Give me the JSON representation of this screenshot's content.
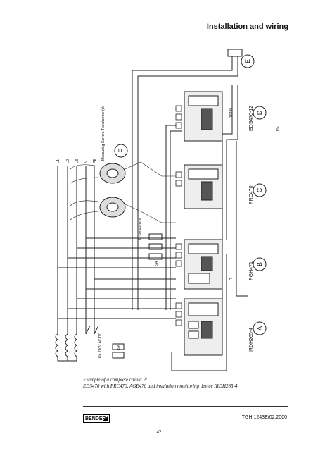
{
  "header": {
    "title": "Installation and wiring"
  },
  "diagram": {
    "conductors": [
      "L1",
      "L2",
      "L3",
      "N",
      "PE"
    ],
    "ct_label": "Measuring Current Transformer (ct)",
    "to_consumers": "to consumers",
    "supply_label": "Un 230V AC/DC",
    "fuse_label": "6 A",
    "devices": [
      {
        "letter": "A",
        "name": "IRDH265-4"
      },
      {
        "letter": "B",
        "name": "PGH471"
      },
      {
        "letter": "C",
        "name": "PRC470"
      },
      {
        "letter": "D",
        "name": "EDS470-12"
      }
    ],
    "ct_letter": "F",
    "bus_letter": "E",
    "rs485_label": "RS485",
    "r_label": "R",
    "pe_label": "PE"
  },
  "caption": {
    "line1": "Example of a complete circuit 2:",
    "line2": "EDS470 with PRC470, AGE470 and insulation monitoring device IRDH265-4"
  },
  "footer": {
    "logo_text": "BENDER",
    "doc_ref": "TGH 1243E/02.2000",
    "page_number": "42"
  }
}
